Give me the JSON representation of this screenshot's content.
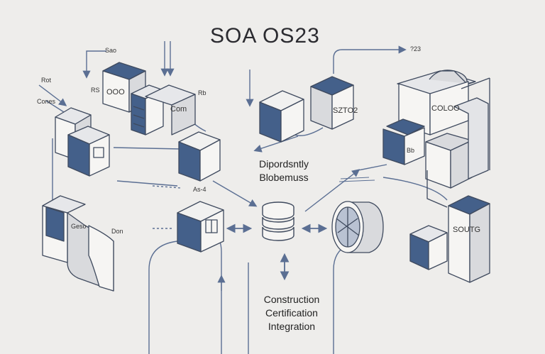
{
  "title": "SOA OS23",
  "center_caption": [
    "Dipordsntly",
    "Blobemuss"
  ],
  "bottom_caption": [
    "Construction",
    "Certification",
    "Integration"
  ],
  "labels": {
    "sao": "Sao",
    "rot": "Rot",
    "cones": "Cones",
    "rs": "RS",
    "ooo": "OOO",
    "com": "Com",
    "rb": "Rb",
    "szto2": "SZTO2",
    "num_23": "?23",
    "coloo": "COLOO",
    "as4": "As-4",
    "geso": "Geso",
    "don": "Don",
    "souto": "SOUTG",
    "bb": "Bb"
  },
  "colors": {
    "background": "#eeedeb",
    "navy": "#44608a",
    "light_face": "#f6f5f3",
    "mid_face": "#d9dadd",
    "line": "#3f4a5e",
    "arrow": "#5b6f93"
  }
}
